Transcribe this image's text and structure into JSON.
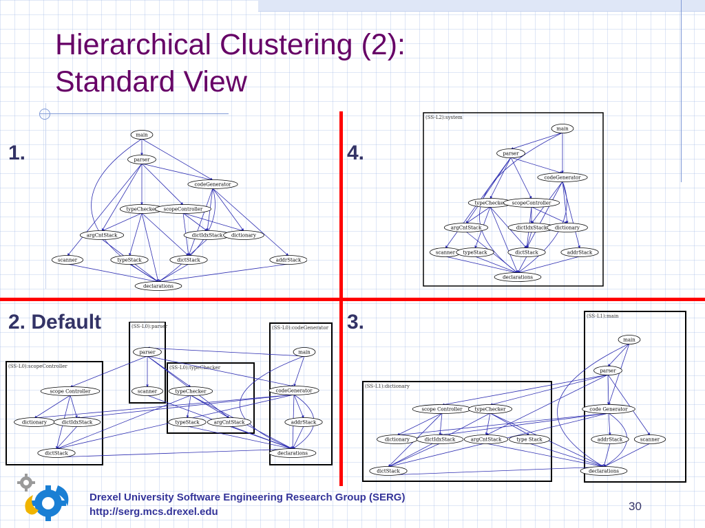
{
  "slide": {
    "title_line1": "Hierarchical Clustering (2):",
    "title_line2": "Standard View",
    "page_number": "30"
  },
  "labels": {
    "q1": "1.",
    "q2": "2. Default",
    "q3": "3.",
    "q4": "4."
  },
  "footer": {
    "line1": "Drexel University Software Engineering Research Group (SERG)",
    "line2": "http://serg.mcs.drexel.edu"
  },
  "nodes": {
    "main": "main",
    "parser": "parser",
    "codeGenerator": "codeGenerator",
    "typeChecker": "typeChecker",
    "scopeController": "scopeController",
    "argCntStack": "argCntStack",
    "dictIdxStack": "dictIdxStack",
    "dictionary": "dictionary",
    "scanner": "scanner",
    "typeStack": "typeStack",
    "dictStack": "dictStack",
    "addrStack": "addrStack",
    "declarations": "declarations",
    "scopeCtrlSpaced": "scope Controller",
    "codeGenSpaced": "code Generator",
    "typeStackSpaced": "type Stack"
  },
  "clusters": {
    "system": "(SS-L2):system",
    "main": "(SS-L1):main",
    "dictionary": "(SS-L1):dictionary",
    "parser": "(SS-L0):parser",
    "codeGenerator": "(SS-L0):codeGenerator",
    "scopeController": "(SS-L0):scopeController",
    "typeChecker": "(SS-L0):typeChecker"
  },
  "colors": {
    "title": "#660066",
    "label": "#333366",
    "edge": "#2b2bb0",
    "divider": "#ff0000",
    "footer": "#333399"
  }
}
